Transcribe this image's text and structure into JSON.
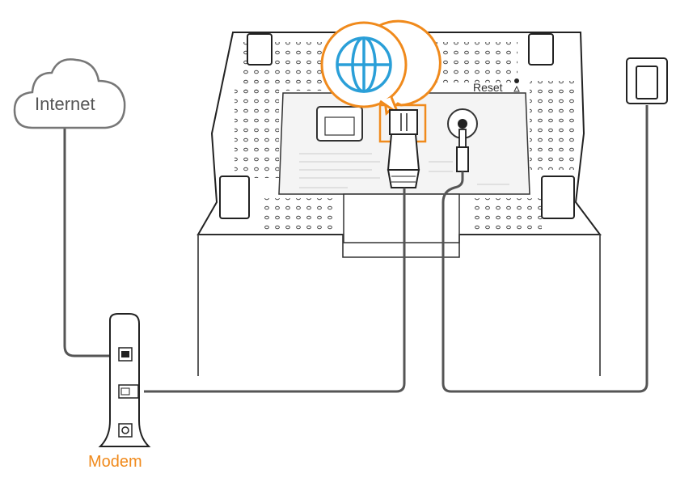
{
  "labels": {
    "internet": "Internet",
    "modem": "Modem",
    "reset": "Reset"
  },
  "colors": {
    "accent": "#f08a1c",
    "globe": "#2a9fd8",
    "cable": "#555555",
    "outline": "#333333"
  },
  "icons": [
    "cloud-icon",
    "globe-icon",
    "power-adapter-icon",
    "ethernet-plug-icon",
    "power-plug-icon",
    "reset-triangle-icon"
  ]
}
